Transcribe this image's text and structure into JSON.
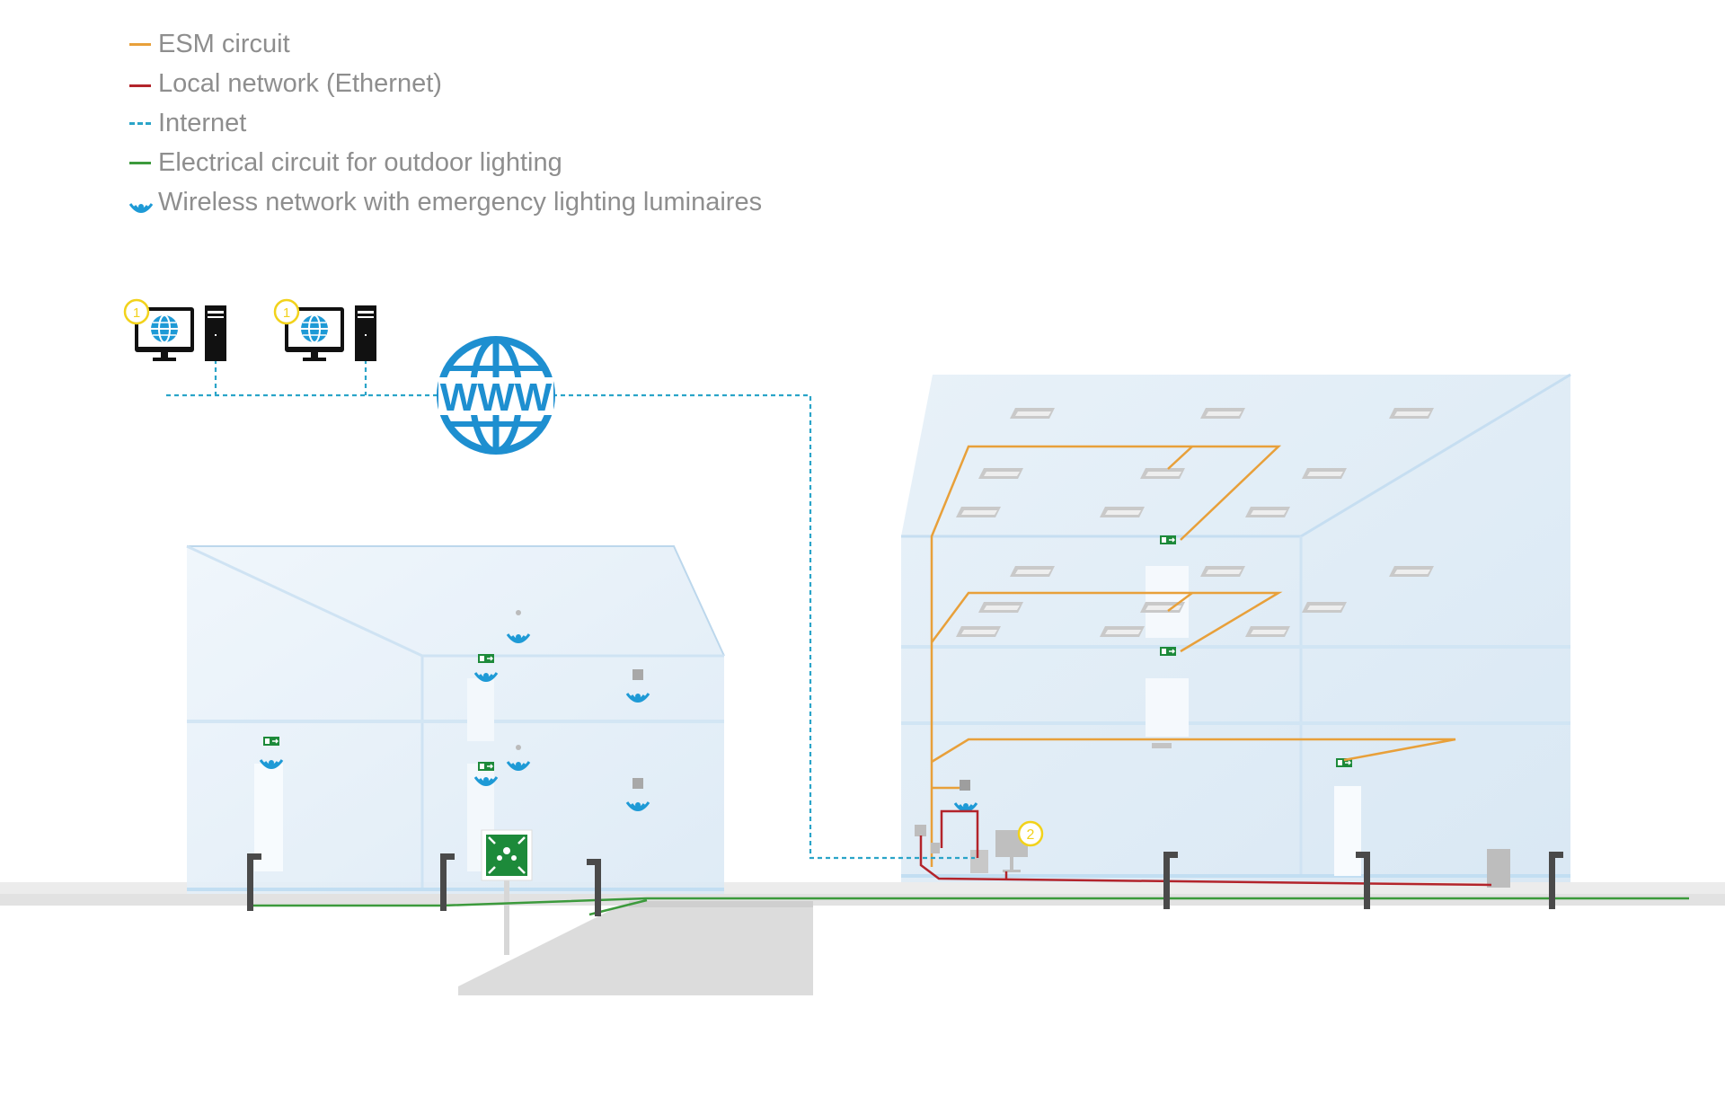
{
  "legend": {
    "items": [
      {
        "label": "ESM circuit",
        "style": "solid",
        "color": "#e8a03a"
      },
      {
        "label": "Local network (Ethernet)",
        "style": "solid",
        "color": "#b3242b"
      },
      {
        "label": "Internet",
        "style": "dashed",
        "color": "#2aa4c8"
      },
      {
        "label": "Electrical circuit for outdoor lighting",
        "style": "solid",
        "color": "#3c9a3c"
      },
      {
        "label": "Wireless network with emergency lighting luminaires",
        "style": "wireless-icon",
        "color": "#1e9ad6"
      }
    ]
  },
  "markers": {
    "workstation_a": "1",
    "workstation_b": "1",
    "controller": "2"
  },
  "globe": {
    "text": "WWW"
  },
  "colors": {
    "esm": "#e8a03a",
    "ethernet": "#b3242b",
    "internet": "#2aa4c8",
    "outdoor": "#3c9a3c",
    "wireless": "#1e9ad6",
    "marker": "#f2d21b",
    "glass": "#cfe3f3",
    "exit_sign": "#1d8a3a"
  }
}
